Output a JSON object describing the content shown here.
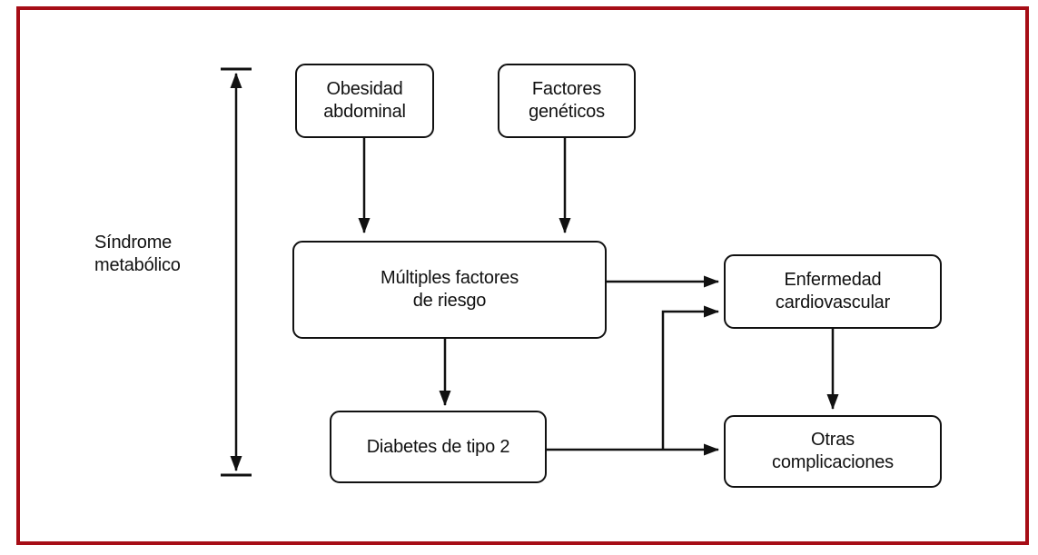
{
  "figure": {
    "frame_color": "#a60d16",
    "line_color": "#111111",
    "side_label": {
      "lines": [
        "Síndrome",
        "metabólico"
      ]
    },
    "nodes": [
      {
        "id": "obesidad-abdominal",
        "lines": [
          "Obesidad",
          "abdominal"
        ]
      },
      {
        "id": "factores-geneticos",
        "lines": [
          "Factores",
          "genéticos"
        ]
      },
      {
        "id": "multiples-factores-riesgo",
        "lines": [
          "Múltiples factores",
          "de riesgo"
        ]
      },
      {
        "id": "diabetes-tipo-2",
        "lines": [
          "Diabetes de tipo 2"
        ]
      },
      {
        "id": "enfermedad-cardiovascular",
        "lines": [
          "Enfermedad",
          "cardiovascular"
        ]
      },
      {
        "id": "otras-complicaciones",
        "lines": [
          "Otras",
          "complicaciones"
        ]
      }
    ],
    "edges": [
      {
        "from": "Obesidad abdominal",
        "to": "Múltiples factores de riesgo"
      },
      {
        "from": "Factores genéticos",
        "to": "Múltiples factores de riesgo"
      },
      {
        "from": "Múltiples factores de riesgo",
        "to": "Enfermedad cardiovascular"
      },
      {
        "from": "Múltiples factores de riesgo",
        "to": "Diabetes de tipo 2"
      },
      {
        "from": "Diabetes de tipo 2",
        "to": "Enfermedad cardiovascular"
      },
      {
        "from": "Diabetes de tipo 2",
        "to": "Otras complicaciones"
      },
      {
        "from": "Enfermedad cardiovascular",
        "to": "Otras complicaciones"
      },
      {
        "from": "Síndrome metabólico",
        "to": "rango: Obesidad abdominal – Diabetes de tipo 2",
        "style": "double-headed-bracket"
      }
    ]
  }
}
